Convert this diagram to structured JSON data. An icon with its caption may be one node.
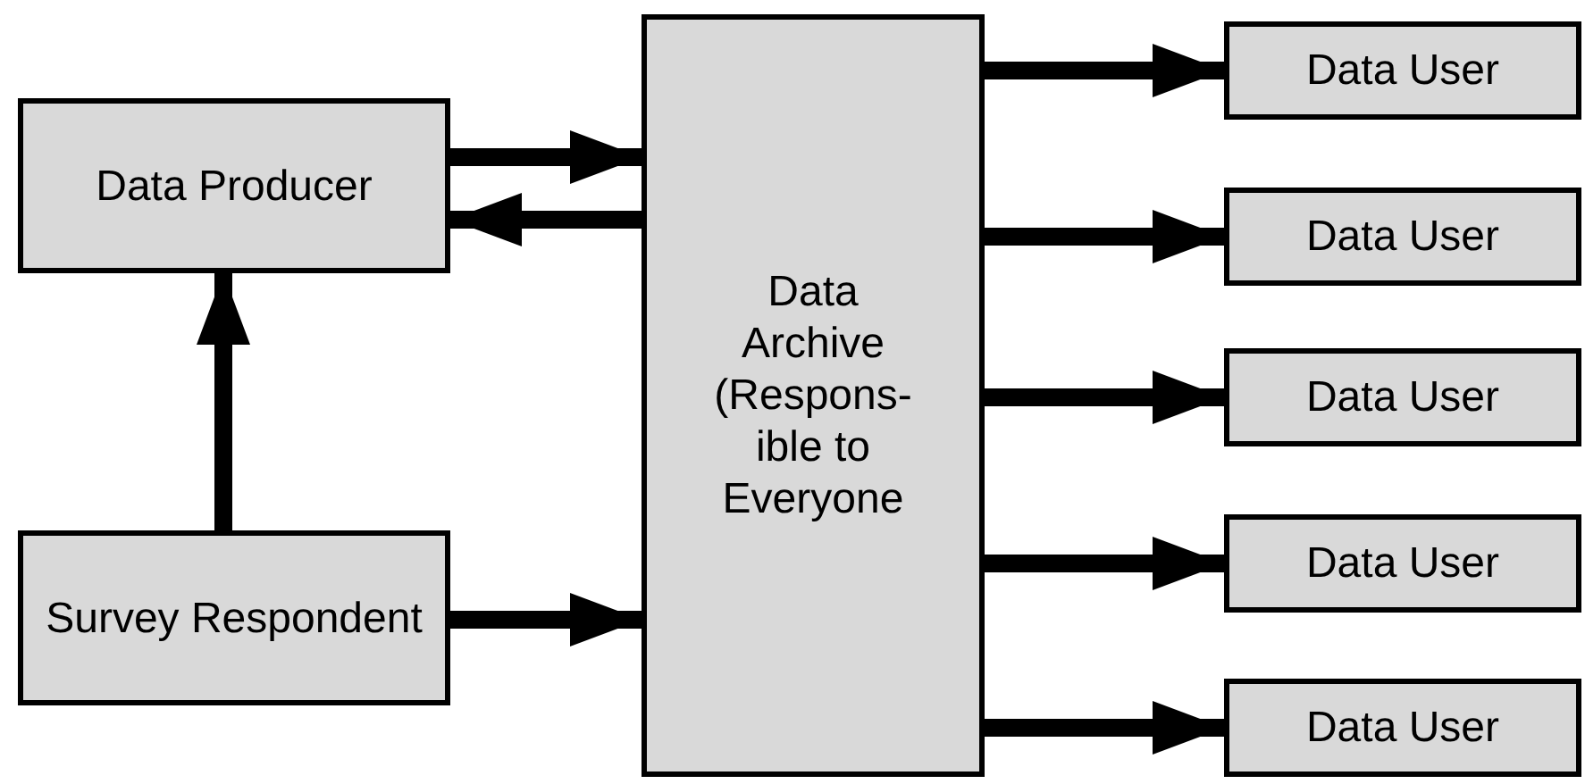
{
  "diagram": {
    "nodes": [
      {
        "text": [
          "Data Producer"
        ]
      },
      {
        "text": [
          "Survey Respondent"
        ]
      },
      {
        "text": [
          "Data Archive (Respons- ible to Everyone"
        ]
      },
      {
        "text": [
          "Data User"
        ]
      },
      {
        "text": [
          "Data User"
        ]
      },
      {
        "text": [
          "Data User"
        ]
      },
      {
        "text": [
          "Data User"
        ]
      },
      {
        "text": [
          "Data User"
        ]
      }
    ],
    "edges": [
      {
        "from": 0,
        "to": 2,
        "arrow": "to"
      },
      {
        "from": 2,
        "to": 0,
        "arrow": "to"
      },
      {
        "from": 1,
        "to": 0,
        "arrow": "to"
      },
      {
        "from": 1,
        "to": 2,
        "arrow": "to"
      },
      {
        "from": 2,
        "to": 3,
        "arrow": "to"
      },
      {
        "from": 2,
        "to": 4,
        "arrow": "to"
      },
      {
        "from": 2,
        "to": 5,
        "arrow": "to"
      },
      {
        "from": 2,
        "to": 6,
        "arrow": "to"
      },
      {
        "from": 2,
        "to": 7,
        "arrow": "to"
      }
    ]
  }
}
